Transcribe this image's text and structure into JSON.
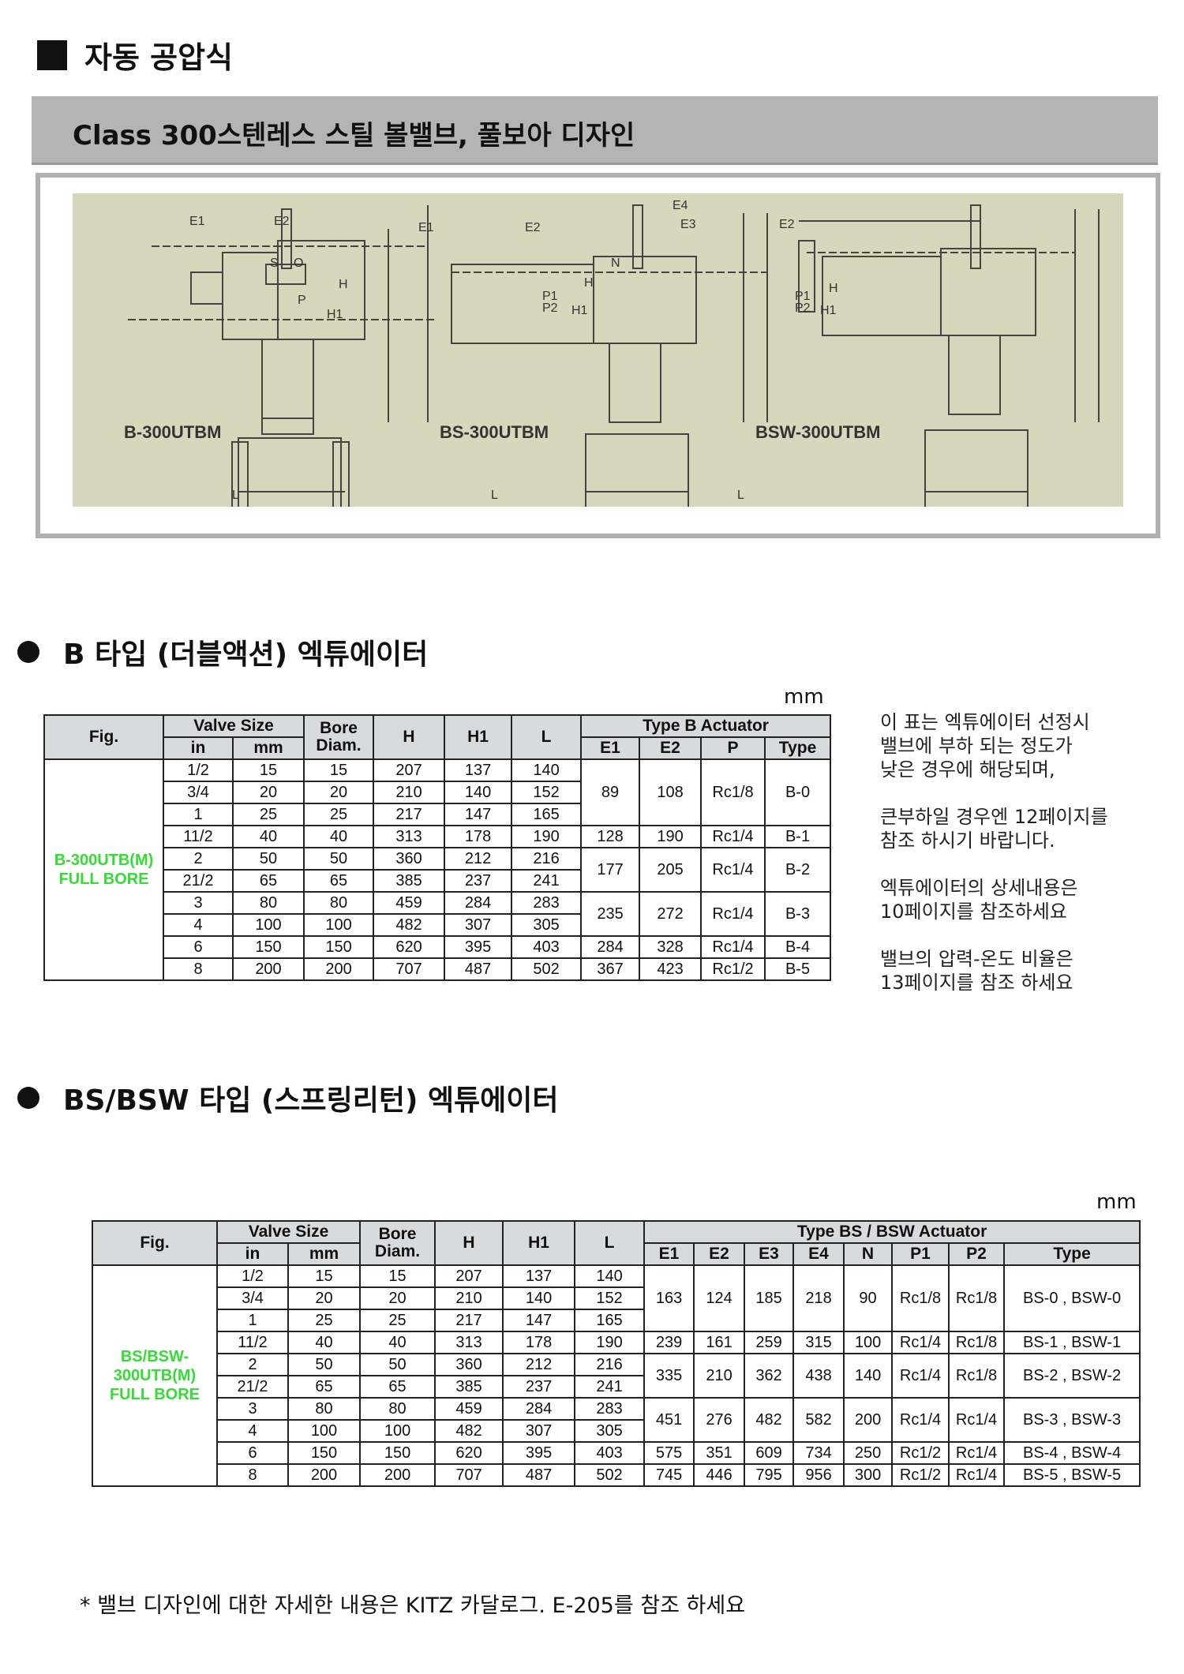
{
  "page_title": "자동 공압식",
  "band_title": "Class 300스텐레스 스틸 볼밸브, 풀보아 디자인",
  "diagram": {
    "models": [
      "B-300UTBM",
      "BS-300UTBM",
      "BSW-300UTBM"
    ],
    "labels": {
      "E1": "E1",
      "E2": "E2",
      "E3": "E3",
      "E4": "E4",
      "H": "H",
      "H1": "H1",
      "L": "L",
      "P": "P",
      "P1": "P1",
      "P2": "P2",
      "N": "N",
      "S": "S",
      "O": "O"
    }
  },
  "section_b": {
    "heading": "B 타입 (더블액션) 엑튜에이터",
    "unit": "mm",
    "headers": {
      "fig": "Fig.",
      "valve_size": "Valve Size",
      "in": "in",
      "mm": "mm",
      "bore": "Bore Diam.",
      "H": "H",
      "H1": "H1",
      "L": "L",
      "actuator": "Type B Actuator",
      "act_cols": [
        "E1",
        "E2",
        "P",
        "Type"
      ]
    },
    "fig_label": [
      "B-300UTB(M)",
      "FULL BORE"
    ],
    "rows": [
      [
        "1/2",
        "15",
        "15",
        "207",
        "137",
        "140"
      ],
      [
        "3/4",
        "20",
        "20",
        "210",
        "140",
        "152"
      ],
      [
        "1",
        "25",
        "25",
        "217",
        "147",
        "165"
      ],
      [
        "11/2",
        "40",
        "40",
        "313",
        "178",
        "190"
      ],
      [
        "2",
        "50",
        "50",
        "360",
        "212",
        "216"
      ],
      [
        "21/2",
        "65",
        "65",
        "385",
        "237",
        "241"
      ],
      [
        "3",
        "80",
        "80",
        "459",
        "284",
        "283"
      ],
      [
        "4",
        "100",
        "100",
        "482",
        "307",
        "305"
      ],
      [
        "6",
        "150",
        "150",
        "620",
        "395",
        "403"
      ],
      [
        "8",
        "200",
        "200",
        "707",
        "487",
        "502"
      ]
    ],
    "actuators": [
      {
        "rows": 3,
        "values": [
          "89",
          "108",
          "Rc1/8",
          "B-0"
        ]
      },
      {
        "rows": 1,
        "values": [
          "128",
          "190",
          "Rc1/4",
          "B-1"
        ]
      },
      {
        "rows": 2,
        "values": [
          "177",
          "205",
          "Rc1/4",
          "B-2"
        ]
      },
      {
        "rows": 2,
        "values": [
          "235",
          "272",
          "Rc1/4",
          "B-3"
        ]
      },
      {
        "rows": 1,
        "values": [
          "284",
          "328",
          "Rc1/4",
          "B-4"
        ]
      },
      {
        "rows": 1,
        "values": [
          "367",
          "423",
          "Rc1/2",
          "B-5"
        ]
      }
    ]
  },
  "notes": [
    [
      "이 표는 엑튜에이터 선정시",
      "밸브에 부하 되는 정도가",
      "낮은 경우에 해당되며,"
    ],
    [
      "큰부하일 경우엔 12페이지를",
      "참조 하시기 바랍니다."
    ],
    [
      "엑튜에이터의 상세내용은",
      "10페이지를 참조하세요"
    ],
    [
      "밸브의 압력-온도 비율은",
      "13페이지를 참조 하세요"
    ]
  ],
  "section_bs": {
    "heading": "BS/BSW 타입 (스프링리턴) 엑튜에이터",
    "unit": "mm",
    "headers": {
      "fig": "Fig.",
      "valve_size": "Valve Size",
      "in": "in",
      "mm": "mm",
      "bore": "Bore Diam.",
      "H": "H",
      "H1": "H1",
      "L": "L",
      "actuator": "Type BS / BSW Actuator",
      "act_cols": [
        "E1",
        "E2",
        "E3",
        "E4",
        "N",
        "P1",
        "P2",
        "Type"
      ]
    },
    "fig_label": [
      "BS/BSW-",
      "300UTB(M)",
      "FULL BORE"
    ],
    "rows": [
      [
        "1/2",
        "15",
        "15",
        "207",
        "137",
        "140"
      ],
      [
        "3/4",
        "20",
        "20",
        "210",
        "140",
        "152"
      ],
      [
        "1",
        "25",
        "25",
        "217",
        "147",
        "165"
      ],
      [
        "11/2",
        "40",
        "40",
        "313",
        "178",
        "190"
      ],
      [
        "2",
        "50",
        "50",
        "360",
        "212",
        "216"
      ],
      [
        "21/2",
        "65",
        "65",
        "385",
        "237",
        "241"
      ],
      [
        "3",
        "80",
        "80",
        "459",
        "284",
        "283"
      ],
      [
        "4",
        "100",
        "100",
        "482",
        "307",
        "305"
      ],
      [
        "6",
        "150",
        "150",
        "620",
        "395",
        "403"
      ],
      [
        "8",
        "200",
        "200",
        "707",
        "487",
        "502"
      ]
    ],
    "actuators": [
      {
        "rows": 3,
        "values": [
          "163",
          "124",
          "185",
          "218",
          "90",
          "Rc1/8",
          "Rc1/8",
          "BS-0 , BSW-0"
        ]
      },
      {
        "rows": 1,
        "values": [
          "239",
          "161",
          "259",
          "315",
          "100",
          "Rc1/4",
          "Rc1/8",
          "BS-1 , BSW-1"
        ]
      },
      {
        "rows": 2,
        "values": [
          "335",
          "210",
          "362",
          "438",
          "140",
          "Rc1/4",
          "Rc1/8",
          "BS-2 , BSW-2"
        ]
      },
      {
        "rows": 2,
        "values": [
          "451",
          "276",
          "482",
          "582",
          "200",
          "Rc1/4",
          "Rc1/4",
          "BS-3 , BSW-3"
        ]
      },
      {
        "rows": 1,
        "values": [
          "575",
          "351",
          "609",
          "734",
          "250",
          "Rc1/2",
          "Rc1/4",
          "BS-4 , BSW-4"
        ]
      },
      {
        "rows": 1,
        "values": [
          "745",
          "446",
          "795",
          "956",
          "300",
          "Rc1/2",
          "Rc1/4",
          "BS-5 , BSW-5"
        ]
      }
    ]
  },
  "footnote": "* 밸브 디자인에 대한 자세한 내용은 KITZ 카달로그. E-205를 참조 하세요",
  "colors": {
    "fig_label": "#33dd33",
    "header_bg": "#d6dbdb",
    "diagram_bg": "#d9d7bb",
    "band": "#b4b4b4"
  }
}
